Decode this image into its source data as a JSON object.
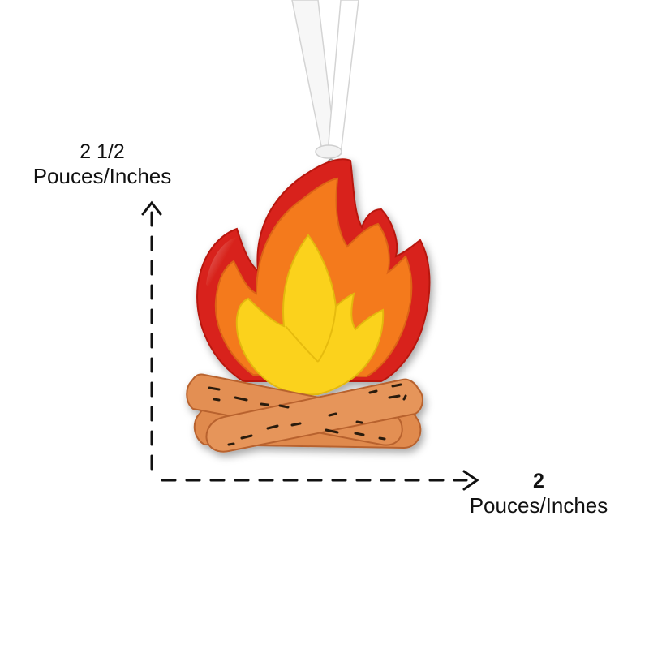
{
  "dimensions": {
    "height": {
      "value": "2 1/2",
      "unit": "Pouces/Inches"
    },
    "width": {
      "value": "2",
      "unit": "Pouces/Inches"
    }
  },
  "colors": {
    "ribbon": "#ffffff",
    "flame_outer": "#d8241c",
    "flame_middle": "#f47a1e",
    "flame_inner": "#fbd21f",
    "log": "#e08a4e",
    "log_marks": "#2a1a10",
    "arrow": "#111111"
  }
}
